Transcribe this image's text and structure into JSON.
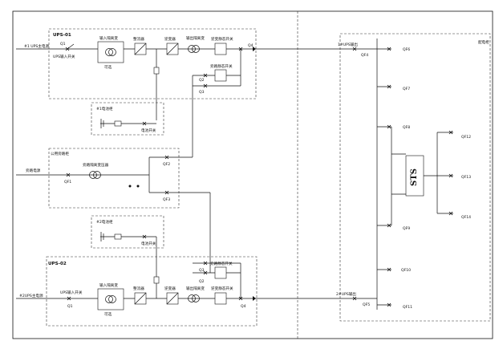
{
  "ups1": {
    "title": "UPS-01",
    "source": "#1 UPS主电源",
    "input_switch": "UPS输入开关",
    "q1": "Q1",
    "input_transformer": "输入隔离变",
    "optional": "可选",
    "rectifier": "整流器",
    "inverter": "逆变器",
    "output_transformer": "输出隔离变",
    "bypass_static": "逆变静态开关",
    "bypass_static2": "旁路静态开关",
    "q2": "Q2",
    "q3": "Q3",
    "q4": "Q4"
  },
  "battery1": {
    "title": "#1电池柜",
    "switch": "电池开关"
  },
  "common_bypass": {
    "title": "公用旁路柜",
    "source": "旁路电源",
    "transformer": "旁路隔离变压器",
    "qf1": "QF1",
    "qf2": "QF2",
    "qf3": "QF3"
  },
  "battery2": {
    "title": "#2电池柜",
    "switch": "电池开关"
  },
  "ups2": {
    "title": "UPS-02",
    "source": "#2UPS主电源",
    "input_switch": "UPS输入开关",
    "q1": "Q1",
    "input_transformer": "输入隔离变",
    "optional": "可选",
    "rectifier": "整流器",
    "inverter": "逆变器",
    "output_transformer": "输出隔离变",
    "bypass_static": "旁路静态开关",
    "inverter_static": "逆变静态开关",
    "q2": "Q2",
    "q3": "Q3",
    "q4": "Q4"
  },
  "distribution": {
    "title": "配电柜",
    "out1": "1#UPS输出",
    "out2": "2#UPS输出",
    "qf4": "QF4",
    "qf5": "QF5",
    "qf6": "QF6",
    "qf7": "QF7",
    "qf8": "QF8",
    "qf9": "QF9",
    "qf10": "QF10",
    "qf11": "QF11",
    "qf12": "QF12",
    "qf13": "QF13",
    "qf14": "QF14",
    "sts": "STS"
  }
}
